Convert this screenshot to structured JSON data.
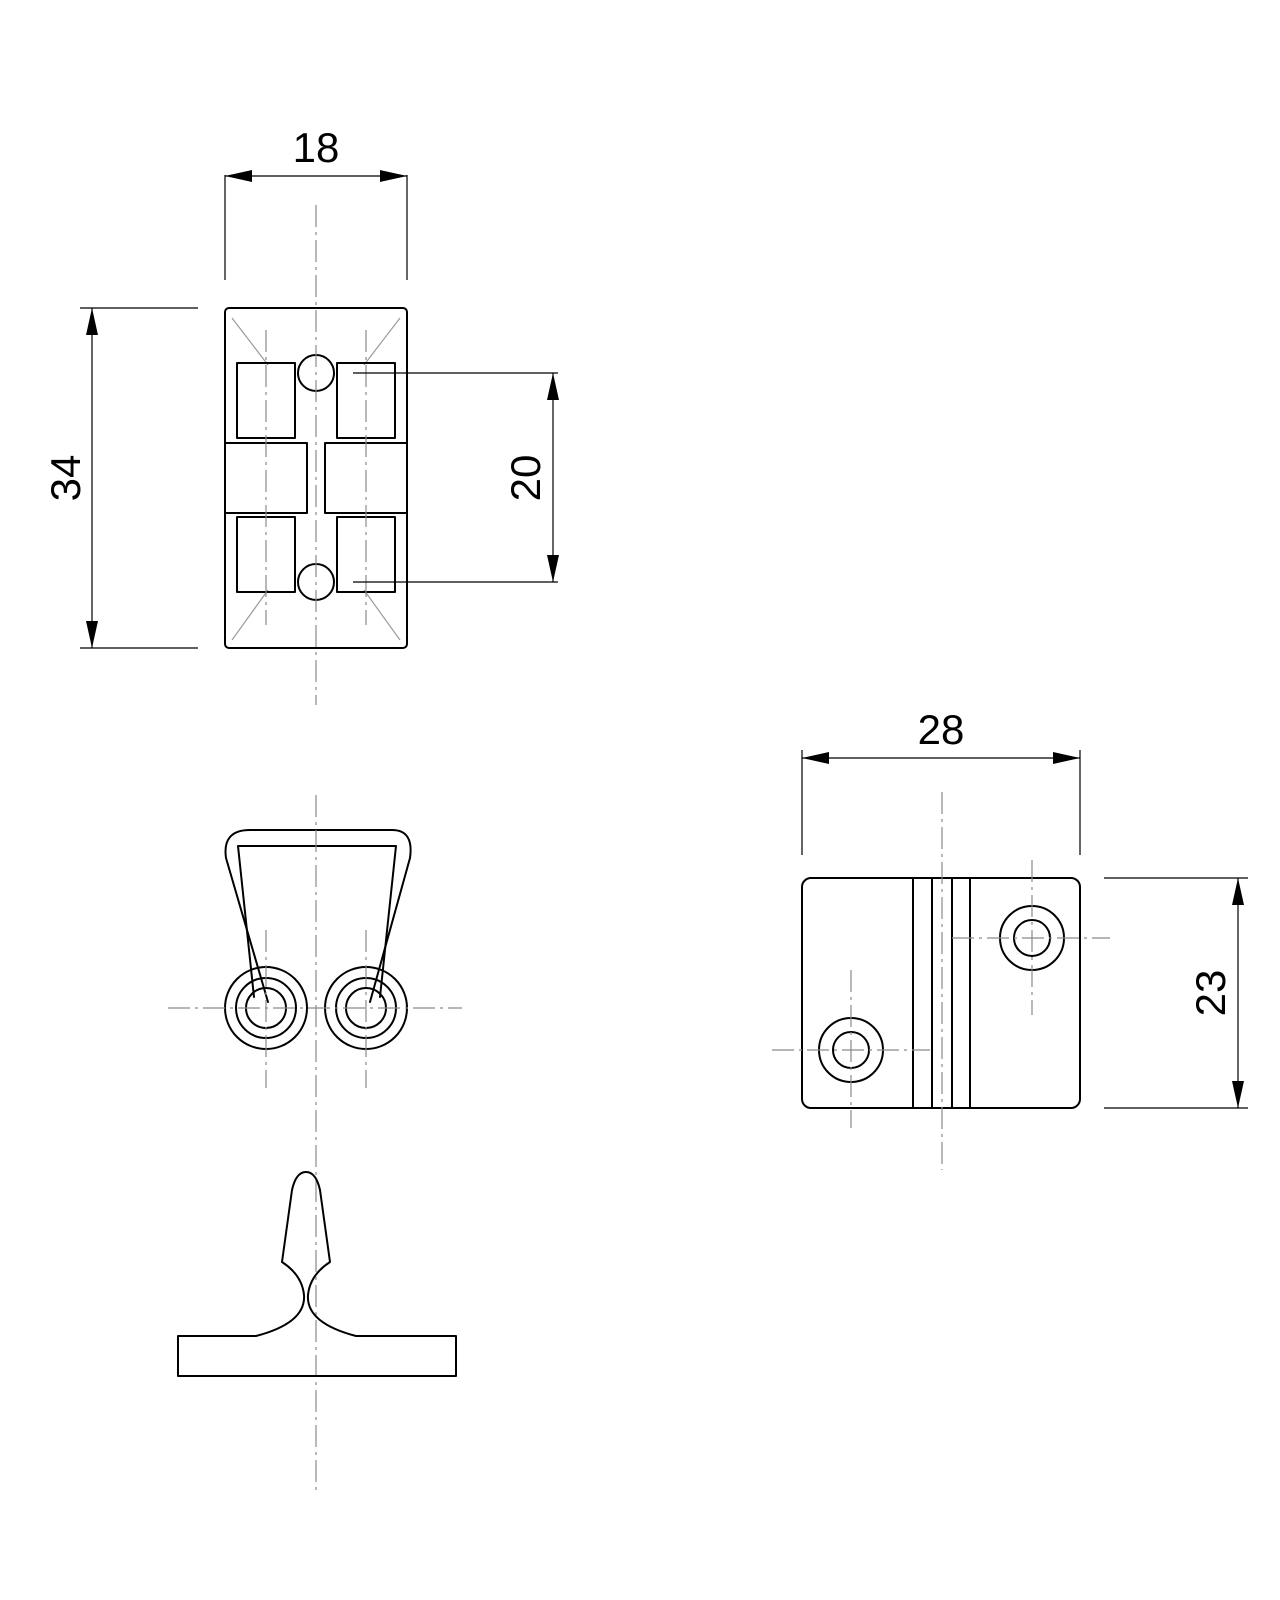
{
  "dimensions": {
    "width_top": "18",
    "height_left": "34",
    "hole_spacing": "20",
    "width_right": "28",
    "height_right": "23"
  },
  "colors": {
    "line": "#000000",
    "center_line": "#8a8a8a",
    "background": "#ffffff"
  }
}
